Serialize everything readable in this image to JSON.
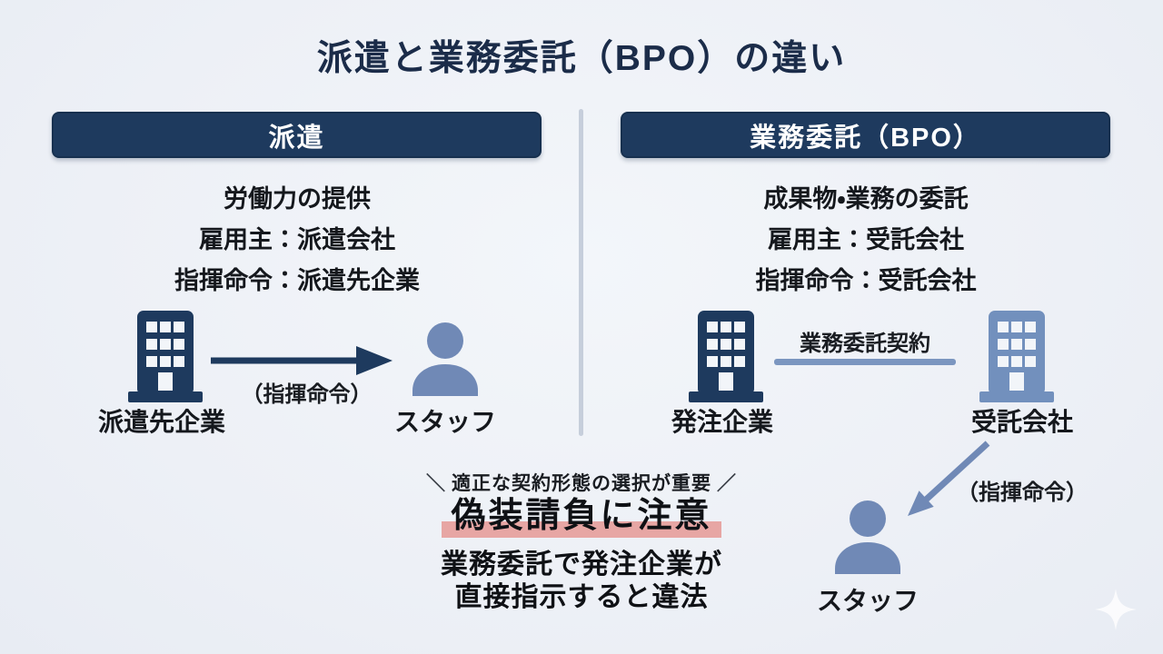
{
  "page": {
    "title": "派遣と業務委託（BPO）の違い"
  },
  "left_panel": {
    "header": "派遣",
    "description_lines": [
      "労働力の提供",
      "雇用主：派遣会社",
      "指揮命令：派遣先企業"
    ],
    "diagram": {
      "company_label": "派遣先企業",
      "arrow_label": "（指揮命令）",
      "staff_label": "スタッフ"
    }
  },
  "right_panel": {
    "header": "業務委託（BPO）",
    "description_lines": [
      "成果物・業務の委託",
      "雇用主：受託会社",
      "指揮命令：受託会社"
    ],
    "diagram": {
      "client_label": "発注企業",
      "contract_label": "業務委託契約",
      "vendor_label": "受託会社",
      "arrow_label": "（指揮命令）",
      "staff_label": "スタッフ"
    }
  },
  "warning": {
    "slash_left": "＼",
    "callout": "適正な契約形態の選択が重要",
    "slash_right": "／",
    "headline": "偽装請負に注意",
    "body_lines": [
      "業務委託で発注企業が",
      "直接指示すると違法"
    ]
  },
  "colors": {
    "background": "#edf0f6",
    "navy": "#1e3a5e",
    "header_text": "#ffffff",
    "person_blue": "#7089b6",
    "vendor_building_blue": "#7290bd",
    "contract_line_blue": "#7b96c0",
    "divider_gray": "#c6cedb",
    "highlight_pink": "#e7a6a4",
    "text_dark": "#15181d"
  }
}
